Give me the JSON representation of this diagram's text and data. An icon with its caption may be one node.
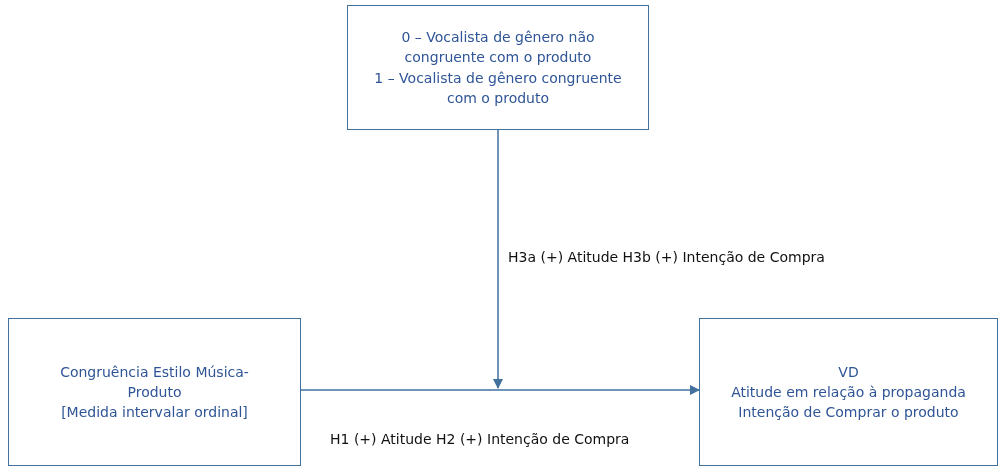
{
  "diagram": {
    "nodes": [
      {
        "text": [
          "0 – Vocalista de gênero não congruente com o produto",
          "1 – Vocalista de gênero congruente com o produto"
        ]
      },
      {
        "text": [
          "Congruência Estilo Música-Produto",
          "[Medida intervalar ordinal]"
        ]
      },
      {
        "text": [
          "VD",
          "Atitude em relação à propaganda",
          "Intenção de Comprar o produto"
        ]
      }
    ],
    "edges": [
      {
        "from": 0,
        "to": null,
        "arrow": "to",
        "label": "H3a (+) Atitude H3b (+) Intenção de Compra"
      },
      {
        "from": 1,
        "to": 2,
        "arrow": "to",
        "label": "H1 (+) Atitude H2 (+) Intenção de Compra"
      }
    ]
  }
}
